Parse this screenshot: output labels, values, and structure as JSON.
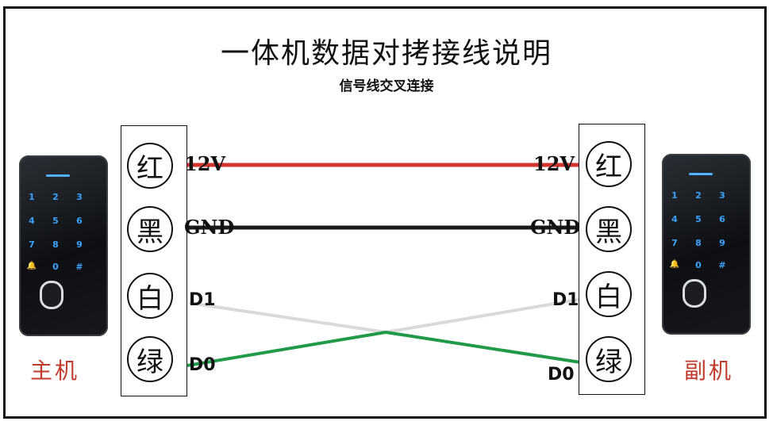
{
  "title": "一体机数据对拷接线说明",
  "subtitle": "信号线交叉连接",
  "devices": {
    "main_label": "主机",
    "sub_label": "副机"
  },
  "keypad_keys": [
    "1",
    "2",
    "3",
    "4",
    "5",
    "6",
    "7",
    "8",
    "9",
    "🔔",
    "0",
    "#"
  ],
  "terminals": [
    {
      "color_name": "红",
      "signal": "12V",
      "wire_color": "#d0342c"
    },
    {
      "color_name": "黑",
      "signal": "GND",
      "wire_color": "#1a1a1a"
    },
    {
      "color_name": "白",
      "signal": "D1",
      "wire_color": "#d9d9d9"
    },
    {
      "color_name": "绿",
      "signal": "D0",
      "wire_color": "#1f9a48"
    }
  ]
}
